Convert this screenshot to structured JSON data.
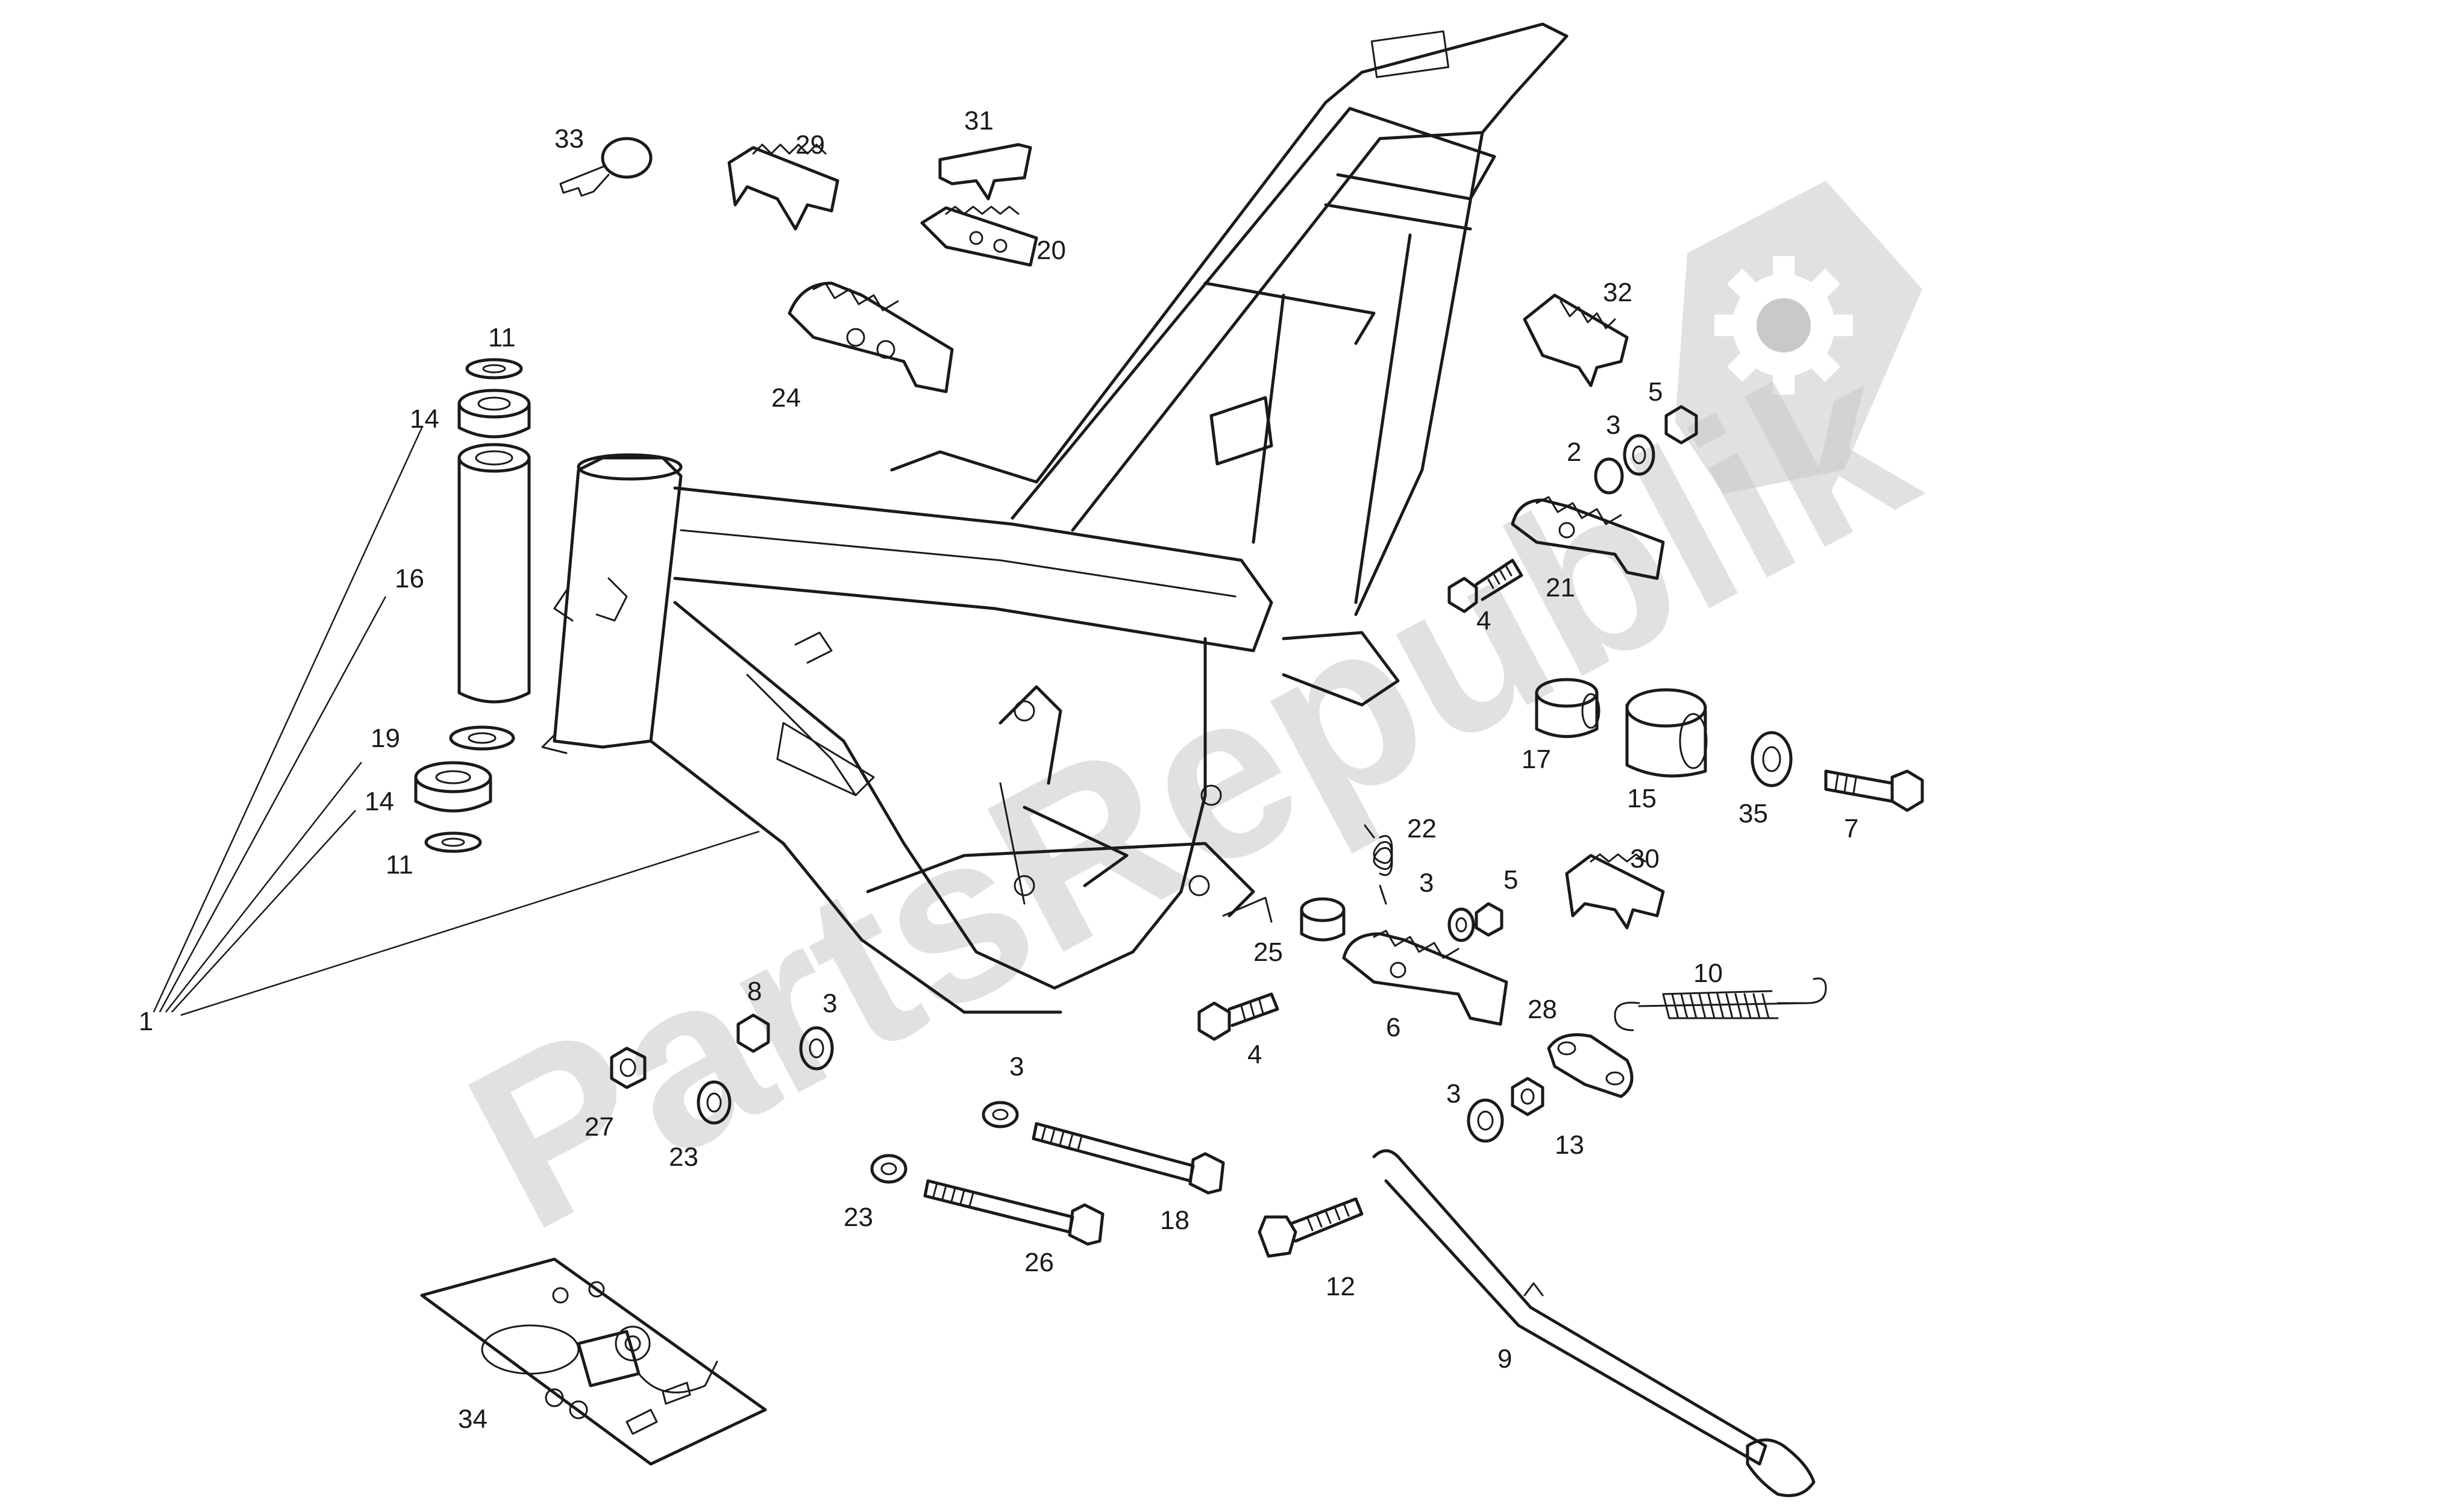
{
  "watermark": {
    "text": "PartsRepublik",
    "color": "#c9c9c9"
  },
  "callouts": {
    "c1": "1",
    "c2": "2",
    "c3a": "3",
    "c3b": "3",
    "c3c": "3",
    "c3d": "3",
    "c3e": "3",
    "c4a": "4",
    "c4b": "4",
    "c5a": "5",
    "c5b": "5",
    "c6": "6",
    "c7": "7",
    "c8": "8",
    "c9": "9",
    "c10": "10",
    "c11a": "11",
    "c11b": "11",
    "c12": "12",
    "c13": "13",
    "c14a": "14",
    "c14b": "14",
    "c15": "15",
    "c16": "16",
    "c17": "17",
    "c18": "18",
    "c19": "19",
    "c20": "20",
    "c21": "21",
    "c22": "22",
    "c23a": "23",
    "c23b": "23",
    "c24": "24",
    "c25": "25",
    "c26": "26",
    "c27": "27",
    "c28": "28",
    "c29": "29",
    "c30": "30",
    "c31": "31",
    "c32": "32",
    "c33": "33",
    "c34": "34",
    "c35": "35"
  }
}
